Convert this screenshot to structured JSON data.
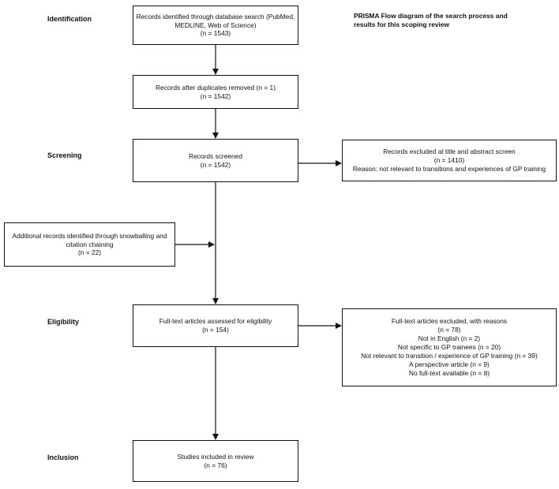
{
  "stages": {
    "identification": "Identification",
    "screening": "Screening",
    "eligibility": "Eligibility",
    "inclusion": "Inclusion"
  },
  "title": {
    "line1": "PRISMA Flow diagram of the search process and",
    "line2": "results for this scoping review"
  },
  "boxes": {
    "identified": {
      "line1": "Records identified through database search (PubMed,",
      "line2": "MEDLINE, Web of Science)",
      "line3": "(n = 1543)"
    },
    "deduplicated": {
      "line1": "Records after duplicates removed (n = 1)",
      "line2": "(n = 1542)"
    },
    "screened": {
      "line1": "Records screened",
      "line2": "(n = 1542)"
    },
    "excluded_screen": {
      "line1": "Records excluded at title and abstract screen",
      "line2": "(n = 1410)",
      "line3": "Reason: not relevant to transitions and experiences of GP training"
    },
    "additional": {
      "line1": "Additional records identified through snowballing and",
      "line2": "citation chaining",
      "line3": "(n = 22)"
    },
    "fulltext": {
      "line1": "Full-text articles assessed for eligibility",
      "line2": "(n = 154)"
    },
    "fulltext_excluded": {
      "line1": "Full-text articles excluded, with reasons",
      "line2": "(n = 78)",
      "line3": "Not in English (n = 2)",
      "line4": "Not specific to GP trainees (n = 20)",
      "line5": "Not relevant to transition / experience of GP training (n = 39)",
      "line6": "A perspective article (n = 9)",
      "line7": "No full-text available (n = 8)"
    },
    "included": {
      "line1": "Studies included in review",
      "line2": "(n = 76)"
    }
  }
}
